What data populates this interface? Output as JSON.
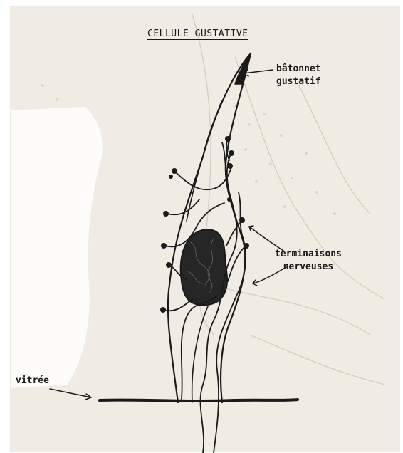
{
  "title": "CELLULE GUSTATIVE",
  "labels": {
    "batonnet_line1": "bâtonnet",
    "batonnet_line2": "gustatif",
    "terminaisons_line1": "terminaisons",
    "terminaisons_line2": "nerveuses",
    "vitree": "vitrée"
  },
  "colors": {
    "paper": "#f1ece3",
    "ink": "#1a1a1a",
    "background_print": "#cbc2b4"
  }
}
